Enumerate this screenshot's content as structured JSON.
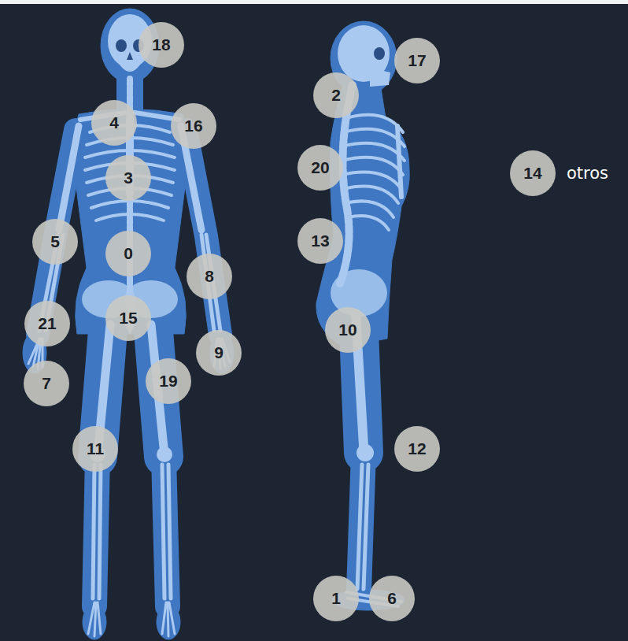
{
  "diagram": {
    "nodes": [
      {
        "text": [
          "18"
        ]
      },
      {
        "text": [
          "17"
        ]
      },
      {
        "text": [
          "2"
        ]
      },
      {
        "text": [
          "4"
        ]
      },
      {
        "text": [
          "16"
        ]
      },
      {
        "text": [
          "20"
        ]
      },
      {
        "text": [
          "14",
          "otros"
        ]
      },
      {
        "text": [
          "3"
        ]
      },
      {
        "text": [
          "5"
        ]
      },
      {
        "text": [
          "13"
        ]
      },
      {
        "text": [
          "0"
        ]
      },
      {
        "text": [
          "8"
        ]
      },
      {
        "text": [
          "15"
        ]
      },
      {
        "text": [
          "21"
        ]
      },
      {
        "text": [
          "10"
        ]
      },
      {
        "text": [
          "9"
        ]
      },
      {
        "text": [
          "19"
        ]
      },
      {
        "text": [
          "7"
        ]
      },
      {
        "text": [
          "11"
        ]
      },
      {
        "text": [
          "12"
        ]
      },
      {
        "text": [
          "1"
        ]
      },
      {
        "text": [
          "6"
        ]
      }
    ]
  }
}
